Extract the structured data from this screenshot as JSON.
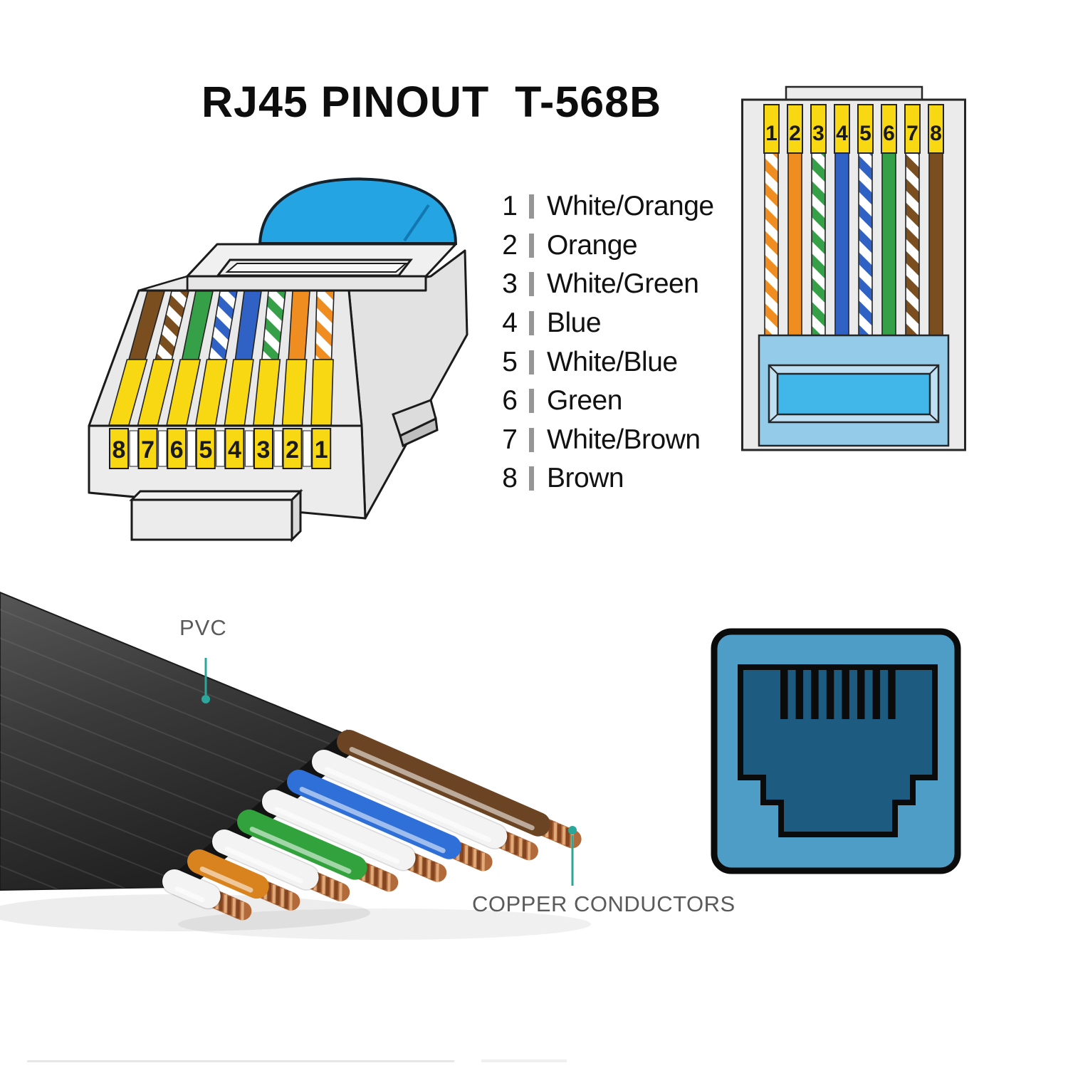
{
  "title": "RJ45 PINOUT  T-568B",
  "pinout": {
    "separator": "|",
    "pins": [
      {
        "num": "1",
        "label": "White/Orange",
        "style": "stripe",
        "hex": "#ef8d20"
      },
      {
        "num": "2",
        "label": "Orange",
        "style": "solid",
        "hex": "#ef8d20"
      },
      {
        "num": "3",
        "label": "White/Green",
        "style": "stripe",
        "hex": "#35a047"
      },
      {
        "num": "4",
        "label": "Blue",
        "style": "solid",
        "hex": "#2f62c4"
      },
      {
        "num": "5",
        "label": "White/Blue",
        "style": "stripe",
        "hex": "#2f62c4"
      },
      {
        "num": "6",
        "label": "Green",
        "style": "solid",
        "hex": "#35a047"
      },
      {
        "num": "7",
        "label": "White/Brown",
        "style": "stripe",
        "hex": "#7a4e1e"
      },
      {
        "num": "8",
        "label": "Brown",
        "style": "solid",
        "hex": "#7a4e1e"
      }
    ]
  },
  "cable": {
    "labels": {
      "jacket": "PVC",
      "conductors": "COPPER CONDUCTORS"
    },
    "wires": [
      {
        "color_name": "white",
        "hex": "#f3f3f3"
      },
      {
        "color_name": "orange",
        "hex": "#d9831f"
      },
      {
        "color_name": "white",
        "hex": "#f3f3f3"
      },
      {
        "color_name": "green",
        "hex": "#31a23c"
      },
      {
        "color_name": "white",
        "hex": "#f3f3f3"
      },
      {
        "color_name": "blue",
        "hex": "#2e6fd8"
      },
      {
        "color_name": "white",
        "hex": "#f3f3f3"
      },
      {
        "color_name": "brown",
        "hex": "#6b4423"
      }
    ]
  },
  "colors": {
    "pin_yellow": "#f8d713",
    "body_gray": "#ececec",
    "outline": "#1b1b1b",
    "boot_blue": "#25a4e3",
    "boot_line_blue": "#1377b0",
    "latch_lightblue": "#93cbe9",
    "latch_cyan": "#41b7e9",
    "jack_outer_blue": "#4e9dc6",
    "jack_port_blue": "#1d5c80",
    "pointer_teal": "#2aa79a",
    "label_gray": "#5a5a5a",
    "copper": "#b26a3a"
  }
}
